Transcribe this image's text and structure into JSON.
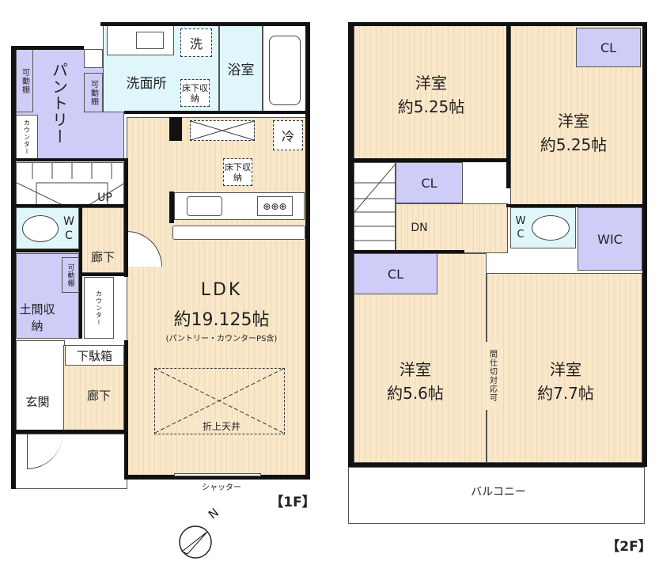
{
  "floor1": {
    "title": "【1F】",
    "rooms": {
      "pantry": "パントリー",
      "shelf1": "可動棚",
      "shelf2": "可動棚",
      "shelf3": "可動棚",
      "counter1": "カウンター",
      "counter2": "カウンター",
      "washroom": "洗面所",
      "washer": "洗",
      "underfloor1": "床下収納",
      "bath": "浴室",
      "fridge": "冷",
      "underfloor2": "床下収納",
      "stairs_up": "UP",
      "wc": "WC",
      "hall1": "廊下",
      "storage": "土間収納",
      "shoe_box": "下駄箱",
      "hall2": "廊下",
      "entrance": "玄関",
      "ldk_name": "LDK",
      "ldk_size": "約19.125帖",
      "ldk_note": "(パントリー・カウンターPS含)",
      "ceiling": "折上天井",
      "shutter": "シャッター"
    },
    "compass": "N"
  },
  "floor2": {
    "title": "【2F】",
    "rooms": {
      "room_tl_name": "洋室",
      "room_tl_size": "約5.25帖",
      "room_tr_name": "洋室",
      "room_tr_size": "約5.25帖",
      "cl1": "CL",
      "cl2": "CL",
      "cl3": "CL",
      "stairs_dn": "DN",
      "wc": "WC",
      "wic": "WIC",
      "room_bl_name": "洋室",
      "room_bl_size": "約5.6帖",
      "room_br_name": "洋室",
      "room_br_size": "約7.7帖",
      "partition": "間仕切対応可",
      "balcony": "バルコニー"
    }
  }
}
